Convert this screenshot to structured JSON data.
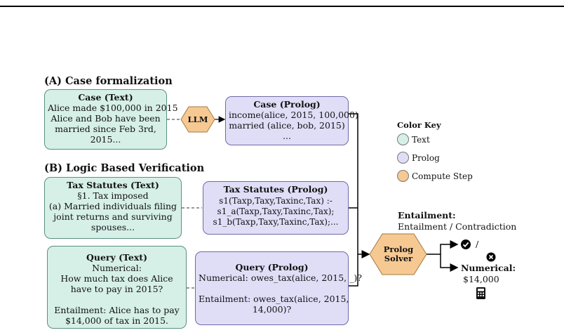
{
  "section_a": "(A) Case formalization",
  "section_b": "(B) Logic Based Verification",
  "case_text": {
    "title": "Case (Text)",
    "lines": [
      "Alice made $100,000 in 2015",
      "Alice and Bob have been",
      "married since Feb 3rd,",
      "2015..."
    ]
  },
  "llm": "LLM",
  "case_prolog": {
    "title": "Case (Prolog)",
    "lines": [
      "income(alice, 2015, 100,000)",
      "married (alice, bob, 2015)",
      "..."
    ]
  },
  "statutes_text": {
    "title": "Tax Statutes (Text)",
    "lines": [
      "§1. Tax imposed",
      "(a) Married individuals filing",
      "joint returns and surviving",
      "spouses..."
    ]
  },
  "statutes_prolog": {
    "title": "Tax Statutes (Prolog)",
    "lines": [
      "s1(Taxp,Taxy,Taxinc,Tax) :-",
      "s1_a(Taxp,Taxy,Taxinc,Tax);",
      "s1_b(Taxp,Taxy,Taxinc,Tax);..."
    ]
  },
  "query_text": {
    "title": "Query (Text)",
    "lines": [
      "Numerical:",
      "How much tax does Alice",
      "have to pay in 2015?",
      "",
      "Entailment: Alice has to pay",
      "$14,000 of tax in 2015."
    ]
  },
  "query_prolog": {
    "title": "Query (Prolog)",
    "lines": [
      "Numerical: owes_tax(alice, 2015, _)?",
      "",
      "Entailment: owes_tax(alice, 2015,",
      "14,000)?"
    ]
  },
  "solver": [
    "Prolog",
    "Solver"
  ],
  "color_key": {
    "title": "Color Key",
    "items": [
      {
        "label": "Text",
        "color": "#d6f0e8"
      },
      {
        "label": "Prolog",
        "color": "#e0def7"
      },
      {
        "label": "Compute Step",
        "color": "#f6c993"
      }
    ]
  },
  "outputs": {
    "entailment_title": "Entailment:",
    "entailment_values": "Entailment / Contradiction",
    "slash": "/",
    "numerical_title": "Numerical:",
    "numerical_value": "$14,000"
  },
  "colors": {
    "text_fill": "#d6f0e8",
    "prolog_fill": "#e0def7",
    "compute_fill": "#f6c993"
  }
}
